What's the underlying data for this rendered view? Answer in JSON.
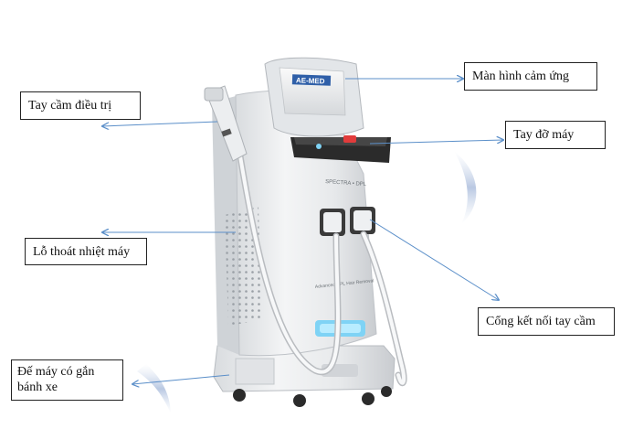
{
  "callouts": {
    "screen": "Màn hình cảm ứng",
    "handpiece": "Tay cầm điều trị",
    "support": "Tay đỡ máy",
    "vent": "Lỗ thoát nhiệt máy",
    "port": "Cổng kết nối tay cầm",
    "base": "Đế máy có gắn bánh xe"
  },
  "device": {
    "brand_logo": "AE-MED",
    "model_text": "SPECTRA • DPL",
    "panel_text": "Advanced DPL Hair Removal"
  },
  "colors": {
    "arrow": "#5b8fc9",
    "body": "#eef0f2",
    "accent_blue": "#7fd3f5",
    "red_button": "#e23b3b",
    "dark": "#2b2b2b"
  }
}
